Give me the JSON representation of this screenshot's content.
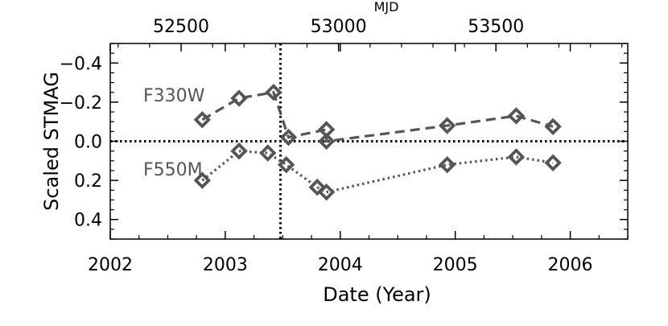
{
  "chart_data": {
    "type": "line",
    "xlabel": "Date (Year)",
    "ylabel": "Scaled STMAG",
    "top_axis_label": "MJD",
    "xlim": [
      2002.0,
      2006.5
    ],
    "ylim": [
      0.5,
      -0.5
    ],
    "y_inverted": true,
    "x_ticks": [
      2002,
      2003,
      2004,
      2005,
      2006
    ],
    "x_tick_labels": [
      "2002",
      "2003",
      "2004",
      "2005",
      "2006"
    ],
    "y_ticks": [
      -0.4,
      -0.2,
      0.0,
      0.2,
      0.4
    ],
    "y_tick_labels": [
      "−0.4",
      "−0.2",
      "0.0",
      "0.2",
      "0.4"
    ],
    "top_ticks": [
      52500,
      53000,
      53500
    ],
    "top_tick_labels": [
      "52500",
      "53000",
      "53500"
    ],
    "reference_lines": [
      {
        "orientation": "horizontal",
        "y": 0.0,
        "style": "dotted"
      },
      {
        "orientation": "vertical",
        "x": 2003.48,
        "style": "dotted"
      }
    ],
    "grid": false,
    "series": [
      {
        "name": "F330W",
        "line_style": "dashed",
        "marker": "diamond",
        "color": "#555555",
        "x": [
          2002.8,
          2003.12,
          2003.42,
          2003.55,
          2003.88,
          2003.88,
          2004.93,
          2005.53,
          2005.85
        ],
        "y": [
          -0.11,
          -0.22,
          -0.25,
          -0.02,
          -0.06,
          0.0,
          -0.08,
          -0.13,
          -0.075
        ]
      },
      {
        "name": "F550M",
        "line_style": "dotted",
        "marker": "diamond",
        "color": "#555555",
        "x": [
          2002.8,
          2003.12,
          2003.37,
          2003.53,
          2003.8,
          2003.88,
          2004.93,
          2005.53,
          2005.85
        ],
        "y": [
          0.2,
          0.05,
          0.06,
          0.12,
          0.235,
          0.26,
          0.12,
          0.08,
          0.11
        ]
      }
    ]
  }
}
